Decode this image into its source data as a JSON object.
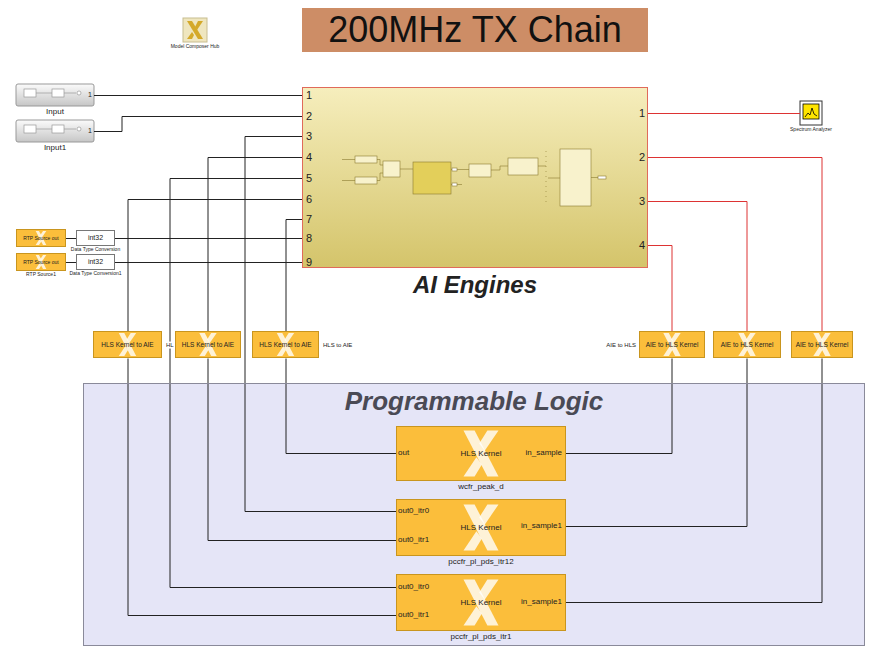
{
  "diagram": {
    "title": "200MHz TX Chain",
    "nodes": [
      {
        "text": [
          "Model Composer Hub"
        ]
      },
      {
        "text": [
          "Input"
        ]
      },
      {
        "text": [
          "Input1"
        ]
      },
      {
        "text": [
          "AI Engines"
        ]
      },
      {
        "text": [
          "Spectrum Analyzer"
        ]
      },
      {
        "text": [
          "RTP Source out"
        ]
      },
      {
        "text": [
          "int32",
          "Data Type Conversion"
        ]
      },
      {
        "text": [
          "RTP Source out",
          "RTP Source1"
        ]
      },
      {
        "text": [
          "int32",
          "Data Type Conversion1"
        ]
      },
      {
        "text": [
          "HLS Kernel to AIE"
        ]
      },
      {
        "text": [
          "HLS Kernel to AIE"
        ]
      },
      {
        "text": [
          "HLS Kernel to AIE"
        ]
      },
      {
        "text": [
          "AIE to HLS Kernel"
        ]
      },
      {
        "text": [
          "AIE to HLS Kernel"
        ]
      },
      {
        "text": [
          "AIE to HLS Kernel"
        ]
      },
      {
        "text": [
          "Programmable Logic"
        ]
      },
      {
        "text": [
          "HLS Kernel",
          "wcfr_peak_d"
        ],
        "in": 15
      },
      {
        "text": [
          "HLS Kernel",
          "pccfr_pl_pds_itr12"
        ],
        "in": 15
      },
      {
        "text": [
          "HLS Kernel",
          "pccfr_pl_pds_itr1"
        ],
        "in": 15
      }
    ],
    "edges": [
      {
        "from": 1,
        "to": 3,
        "arrow": "none"
      },
      {
        "from": 2,
        "to": 3,
        "arrow": "none"
      },
      {
        "from": 5,
        "to": 6,
        "arrow": "none"
      },
      {
        "from": 6,
        "to": 3,
        "arrow": "none"
      },
      {
        "from": 7,
        "to": 8,
        "arrow": "none"
      },
      {
        "from": 8,
        "to": 3,
        "arrow": "none"
      },
      {
        "from": 3,
        "to": 4,
        "arrow": "none"
      },
      {
        "from": 3,
        "to": 14,
        "arrow": "none"
      },
      {
        "from": 3,
        "to": 13,
        "arrow": "none"
      },
      {
        "from": 3,
        "to": 12,
        "arrow": "none"
      },
      {
        "from": 12,
        "to": 16,
        "arrow": "none"
      },
      {
        "from": 13,
        "to": 17,
        "arrow": "none"
      },
      {
        "from": 14,
        "to": 18,
        "arrow": "none"
      },
      {
        "from": 16,
        "to": 11,
        "arrow": "none"
      },
      {
        "from": 11,
        "to": 3,
        "arrow": "none"
      },
      {
        "from": 17,
        "to": 3,
        "arrow": "none"
      },
      {
        "from": 17,
        "to": 10,
        "arrow": "none"
      },
      {
        "from": 10,
        "to": 3,
        "arrow": "none"
      },
      {
        "from": 18,
        "to": 3,
        "arrow": "none"
      },
      {
        "from": 18,
        "to": 9,
        "arrow": "none"
      },
      {
        "from": 9,
        "to": 3,
        "arrow": "none"
      }
    ],
    "labels": [
      "1",
      "1",
      "1",
      "2",
      "3",
      "4",
      "5",
      "6",
      "7",
      "8",
      "9",
      "1",
      "2",
      "3",
      "4",
      "HL",
      "HLS to AIE",
      "AIE to HLS",
      "out",
      "in_sample",
      "out0_itr0",
      "out0_itr1",
      "in_sample1",
      "out0_itr0",
      "out0_itr1",
      "in_sample1"
    ]
  }
}
